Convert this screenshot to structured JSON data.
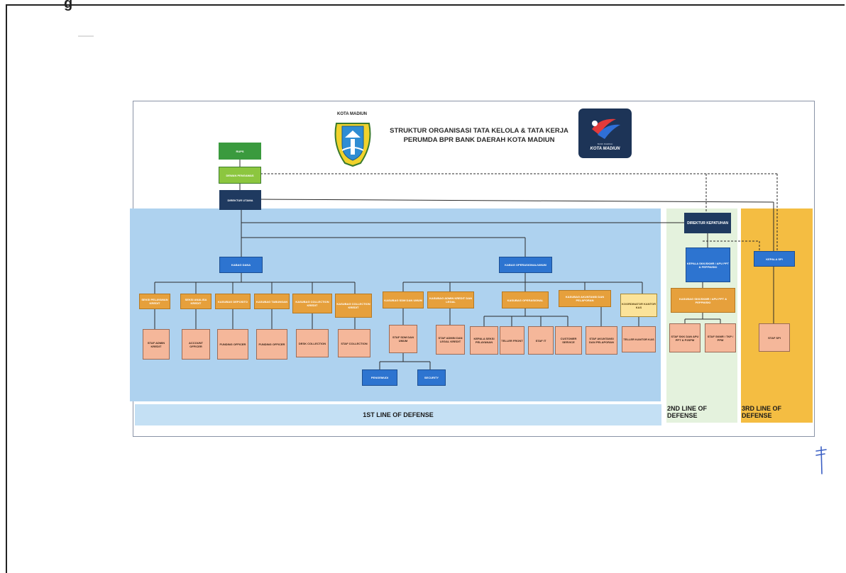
{
  "header_partial": "g",
  "title_line1": "STRUKTUR ORGANISASI TATA KELOLA & TATA KERJA",
  "title_line2": "PERUMDA BPR BANK DAERAH KOTA MADIUN",
  "city_logo_label": "KOTA MADIUN",
  "bank_logo": {
    "sub": "BANK DAERAH",
    "name": "KOTA MADIUN",
    "colors": [
      "#1d3457",
      "#e23a3a",
      "#2f6fd6"
    ]
  },
  "zones": {
    "first": "1ST LINE OF DEFENSE",
    "second": "2ND LINE OF DEFENSE",
    "third": "3RD LINE OF DEFENSE"
  },
  "nodes": {
    "rups": "RUPS",
    "dewan_pengawas": "DEWAN PENGAWAS",
    "direktur_utama": "DIREKTUR UTAMA",
    "direktur_kepatuhan": "DIREKTUR KEPATUHAN",
    "kabag_dana": "KABAG DANA",
    "kabag_operasional": "KABAG OPERASIONAL/UMUM",
    "kepala_skk": "KEPALA SKK/SKMR / APU PPT & PEPPM/SKI",
    "kepala_spi": "KEPALA SPI",
    "kasubag_skk": "KASUBAG SKK/SKMR / APU PPT & PEPPM/SKI",
    "staf_skk": "STAF SKK DAN APU PPT & P2SPM",
    "staf_skmr": "STAF SKMR / TKP / PPM",
    "staf_spi": "STAF SPI",
    "kasubag_dana": [
      "SEKSI PELAYANAN KREDIT",
      "SEKSI ANALISA KREDIT",
      "KASUBAG DEPOSITO",
      "KASUBAG TABUNGAN",
      "KASUBAG COLLECTION KREDIT",
      "KASUBAG COLLECTION KREDIT"
    ],
    "staf_dana": [
      "STAF ADMIN KREDIT",
      "ACCOUNT OFFICER",
      "FUNDING OFFICER",
      "FUNDING OFFICER",
      "DESK COLLECTION",
      "STAF COLLECTION"
    ],
    "kasubag_ops": [
      "KASUBAG SDM DAN UMUM",
      "KASUBAG ADMIN KREDIT DAN LEGAL",
      "KASUBAG OPERASIONAL",
      "KASUBAG AKUNTANSI DAN PELAPORAN"
    ],
    "koordinator": "KOORDINATOR KANTOR KAS",
    "staf_ops": [
      "STAF SDM DAN UMUM",
      "STAF ADMIN DAN LEGAL KREDIT",
      "KEPALA SEKSI PELAYANAN",
      "TELLER FRONT",
      "STAF IT",
      "CUSTOMER SERVICE",
      "STAF AKUNTANSI DAN PELAPORAN",
      "TELLER KANTOR KAS"
    ],
    "pengemudi": "PENGEMUDI",
    "security": "SECURITY"
  }
}
